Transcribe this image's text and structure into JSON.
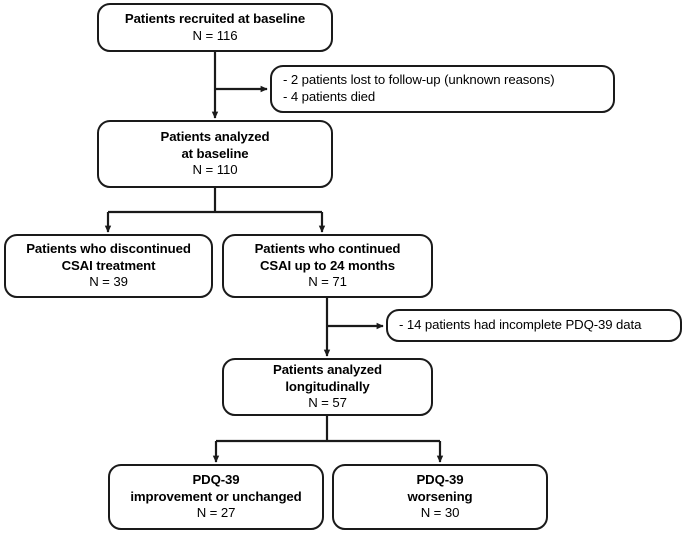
{
  "diagram": {
    "type": "patient-flow-chart",
    "stroke_color": "#1a1a1a",
    "background_color": "#ffffff",
    "nodes": {
      "recruited": {
        "title": "Patients recruited at baseline",
        "count": "N = 116"
      },
      "excluded_baseline": {
        "line1": "- 2 patients lost to follow-up (unknown reasons)",
        "line2": "- 4 patients died"
      },
      "analyzed_baseline": {
        "title_line1": "Patients analyzed",
        "title_line2": "at baseline",
        "count": "N = 110"
      },
      "discontinued": {
        "title_line1": "Patients who discontinued",
        "title_line2": "CSAI treatment",
        "count": "N = 39"
      },
      "continued": {
        "title_line1": "Patients who continued",
        "title_line2": "CSAI up to 24 months",
        "count": "N = 71"
      },
      "excluded_longitudinal": {
        "line1": "- 14 patients had incomplete PDQ-39 data"
      },
      "analyzed_longitudinal": {
        "title_line1": "Patients analyzed",
        "title_line2": "longitudinally",
        "count": "N = 57"
      },
      "pdq_improved": {
        "title_line1": "PDQ-39",
        "title_line2": "improvement or unchanged",
        "count": "N = 27"
      },
      "pdq_worsened": {
        "title_line1": "PDQ-39",
        "title_line2": "worsening",
        "count": "N = 30"
      }
    }
  }
}
